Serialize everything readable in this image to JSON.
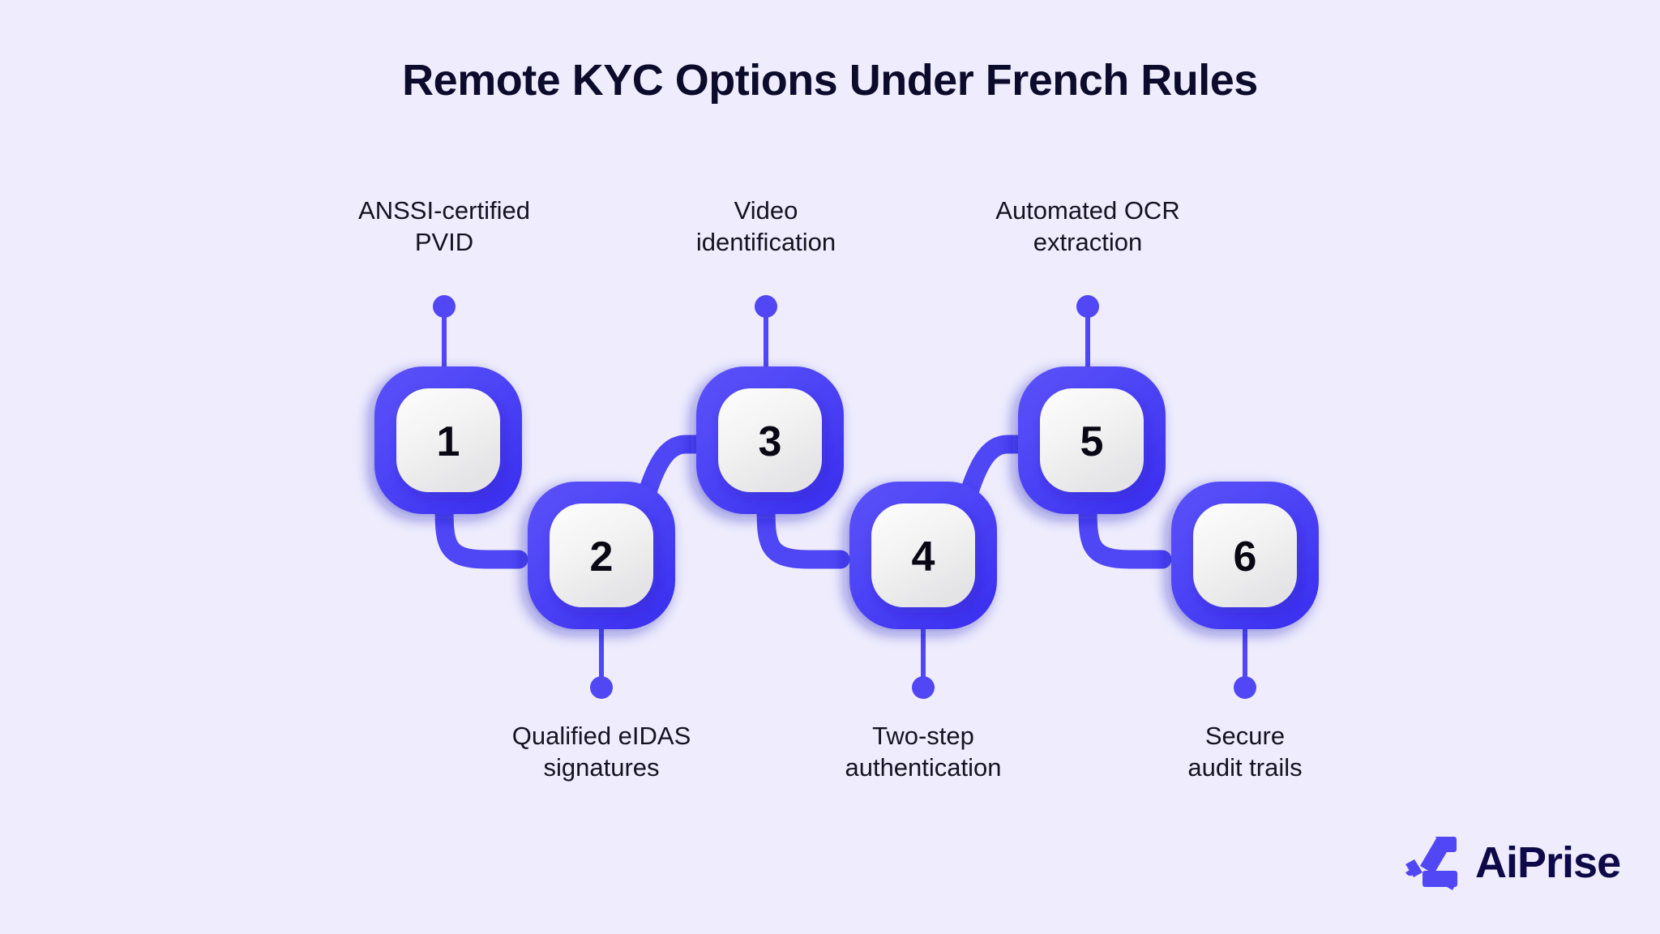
{
  "page": {
    "title": "Remote KYC Options Under French Rules",
    "background_color": "#EFEDFD",
    "accent_color": "#4F46F5",
    "title_color": "#0D0B2B",
    "label_color": "#15131F"
  },
  "diagram": {
    "type": "zigzag-numbered-steps",
    "node_count": 6,
    "nodes": [
      {
        "number": "1",
        "label_line1": "ANSSI-certified",
        "label_line2": "PVID",
        "position": "upper",
        "label_position": "above"
      },
      {
        "number": "2",
        "label_line1": "Qualified eIDAS",
        "label_line2": "signatures",
        "position": "lower",
        "label_position": "below"
      },
      {
        "number": "3",
        "label_line1": "Video",
        "label_line2": "identification",
        "position": "upper",
        "label_position": "above"
      },
      {
        "number": "4",
        "label_line1": "Two-step",
        "label_line2": "authentication",
        "position": "lower",
        "label_position": "below"
      },
      {
        "number": "5",
        "label_line1": "Automated OCR",
        "label_line2": "extraction",
        "position": "upper",
        "label_position": "above"
      },
      {
        "number": "6",
        "label_line1": "Secure",
        "label_line2": "audit trails",
        "position": "lower",
        "label_position": "below"
      }
    ]
  },
  "logo": {
    "wordmark": "AiPrise",
    "mark_color": "#5147F5",
    "word_color": "#0E0A4A"
  }
}
